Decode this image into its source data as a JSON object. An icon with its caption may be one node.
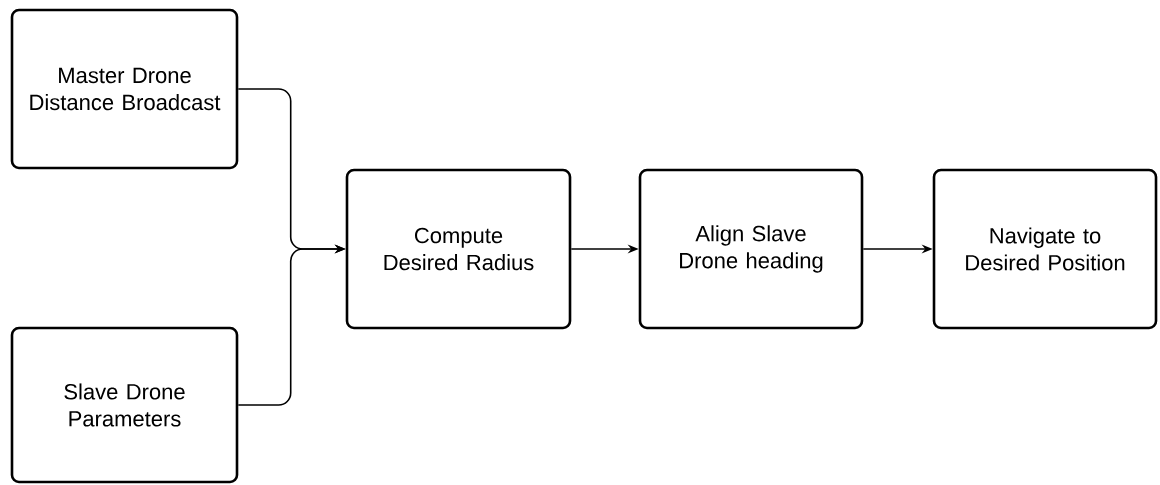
{
  "diagram": {
    "nodes": [
      {
        "text": [
          "Master Drone Distance Broadcast"
        ]
      },
      {
        "text": [
          "Slave Drone Parameters"
        ]
      },
      {
        "text": [
          "Compute Desired Radius"
        ]
      },
      {
        "text": [
          "Align Slave Drone heading"
        ]
      },
      {
        "text": [
          "Navigate to Desired Position"
        ]
      }
    ],
    "edges": [
      {
        "from": 0,
        "to": 2,
        "arrow": "to"
      },
      {
        "from": 1,
        "to": 2,
        "arrow": "to"
      },
      {
        "from": 2,
        "to": 3,
        "arrow": "to"
      },
      {
        "from": 3,
        "to": 4,
        "arrow": "to"
      }
    ]
  }
}
